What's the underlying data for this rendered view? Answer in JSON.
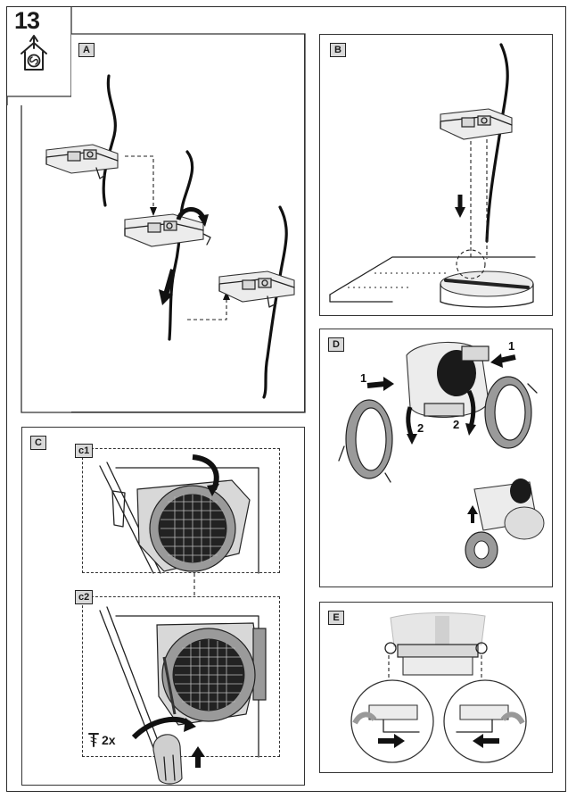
{
  "step_number": "13",
  "panels": {
    "a": {
      "label": "A"
    },
    "b": {
      "label": "B"
    },
    "c": {
      "label": "C",
      "sub1": "c1",
      "sub2": "c2",
      "screw_qty": "2x"
    },
    "d": {
      "label": "D",
      "callouts": [
        "1",
        "1",
        "2",
        "2"
      ]
    },
    "e": {
      "label": "E"
    }
  },
  "icons": {
    "top": "house-fan-recirculation-icon",
    "screw": "screw-icon"
  }
}
